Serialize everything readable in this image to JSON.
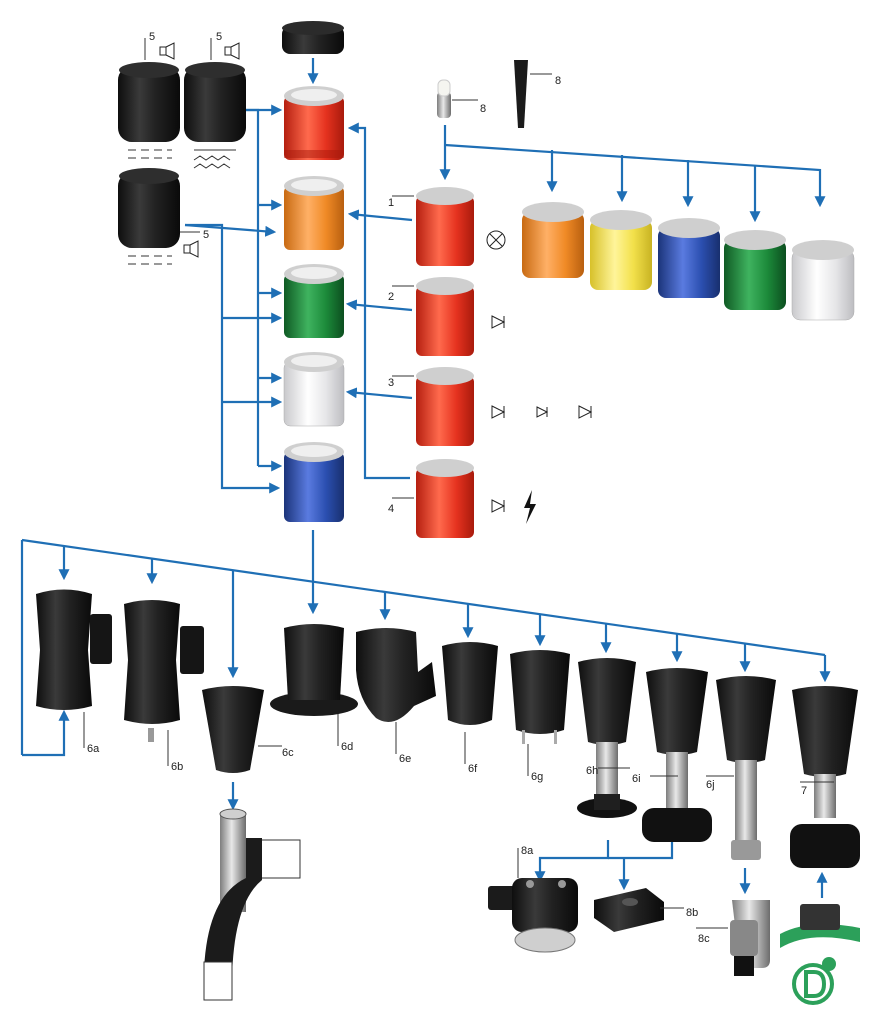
{
  "colors": {
    "connector": "#1f6fb5",
    "red": "#e5321f",
    "orange": "#f08a26",
    "green": "#1c8a3a",
    "white": "#e6e6e8",
    "blue": "#2b4fb0",
    "yellow": "#f2e04a",
    "black": "#1b1b1b"
  },
  "icons": {
    "buzzer": "speaker-icon",
    "bulb": "bulb-icon",
    "led": "led-icon",
    "flash": "flash-icon",
    "connector_logo": "d-connector-logo"
  },
  "labels": {
    "buzzer_a": "5",
    "buzzer_b": "5",
    "buzzer_c": "5",
    "lamp_bulb": "8",
    "lamp_pen": "8",
    "module_1": "1",
    "module_2": "2",
    "module_3": "3",
    "module_4": "4",
    "base_6a": "6a",
    "base_6b": "6b",
    "base_6c": "6c",
    "base_6d": "6d",
    "base_6e": "6e",
    "base_6f": "6f",
    "base_6g": "6g",
    "base_6h": "6h",
    "base_6i": "6i",
    "base_6j": "6j",
    "base_7": "7",
    "acc_8a": "8a",
    "acc_8b": "8b",
    "acc_8c": "8c"
  }
}
